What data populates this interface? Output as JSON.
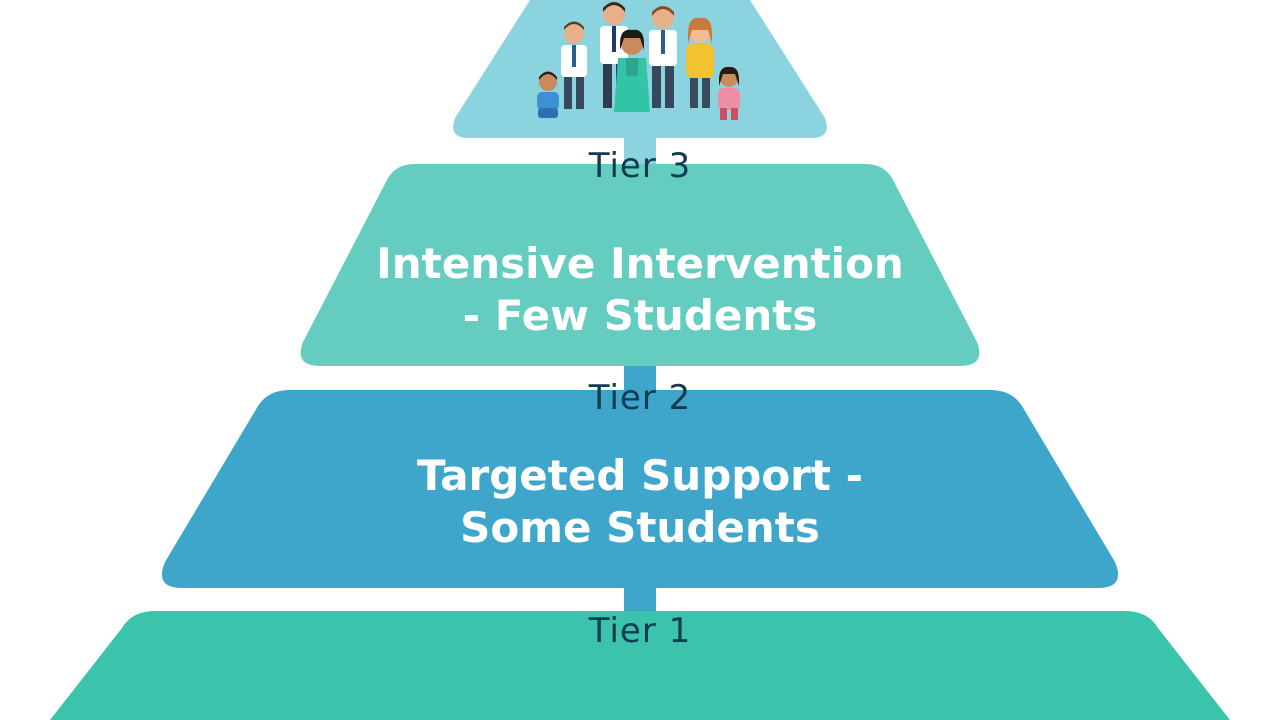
{
  "pyramid": {
    "apex": {
      "illustration": "group-of-people",
      "fill": "#8ad3df"
    },
    "tier3": {
      "label": "Tier 3",
      "line1": "Intensive Intervention",
      "line2": "- Few Students",
      "fill": "#64cdbf"
    },
    "tier2": {
      "label": "Tier 2",
      "line1": "Targeted Support -",
      "line2": "Some Students",
      "fill": "#3ea6cb"
    },
    "tier1": {
      "label": "Tier 1",
      "fill": "#3bc3ab"
    },
    "connector_fill": "#3ea6cb",
    "label_color": "#123a52"
  }
}
